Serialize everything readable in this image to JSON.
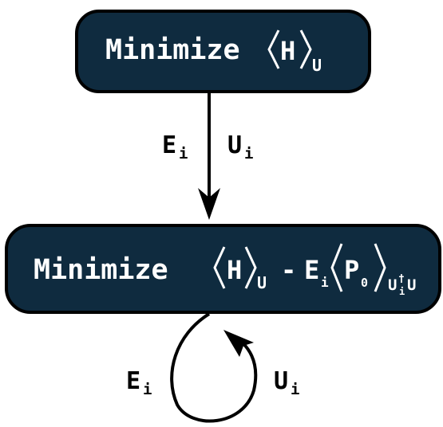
{
  "colors": {
    "box_fill": "#0f2b3f",
    "box_stroke": "#000000",
    "box_text": "#ffffff",
    "arrow": "#000000",
    "label": "#000000"
  },
  "box_top": {
    "word": "Minimize",
    "operator": "H",
    "subscript": "U"
  },
  "box_bottom": {
    "word": "Minimize",
    "operator": "H",
    "subscript": "U",
    "minus": "-",
    "coefficient": "E",
    "coefficient_sub": "i",
    "projector": "P",
    "projector_sub": "0",
    "second_sub_a": "U",
    "second_sub_dagger": "†",
    "second_sub_i": "i",
    "second_sub_b": "U"
  },
  "arrow_labels": {
    "left": "E",
    "left_sub": "i",
    "right": "U",
    "right_sub": "i"
  },
  "loop_labels": {
    "left": "E",
    "left_sub": "i",
    "right": "U",
    "right_sub": "i"
  }
}
